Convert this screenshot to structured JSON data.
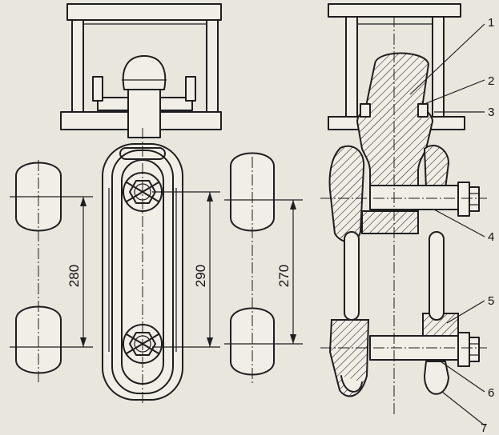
{
  "figure": {
    "dimensions": {
      "left_pitch": "280",
      "middle_pitch": "290",
      "right_pitch": "270"
    },
    "callouts": [
      "1",
      "2",
      "3",
      "4",
      "5",
      "6",
      "7"
    ]
  }
}
